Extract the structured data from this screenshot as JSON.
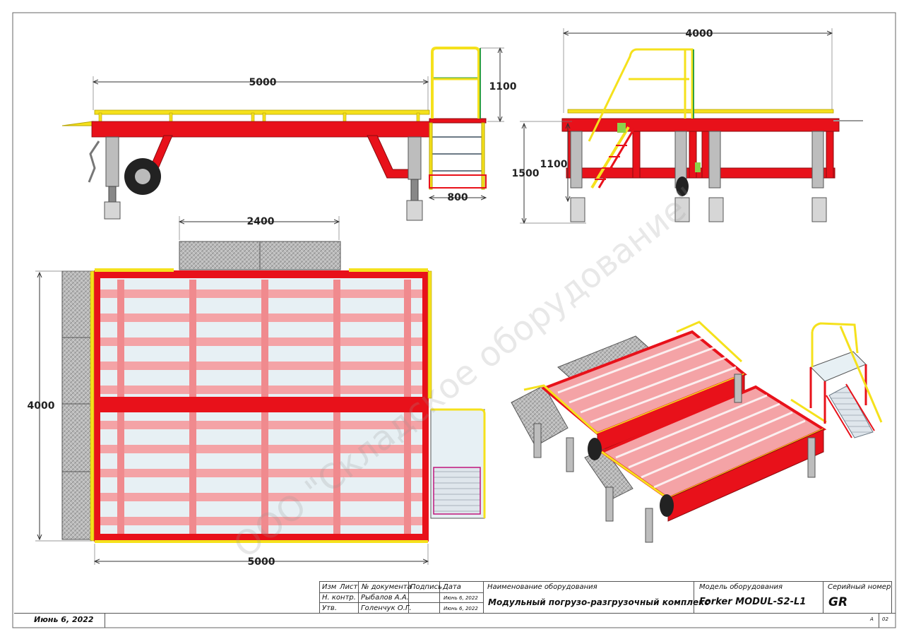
{
  "dimensions": {
    "side_length": "5000",
    "side_rail_height": "1100",
    "stair_width": "800",
    "front_width": "4000",
    "front_rail_height": "1100",
    "front_total_height": "1500",
    "plan_ramp_width": "2400",
    "plan_width": "4000",
    "plan_length": "5000"
  },
  "watermark": "ООО \"Складское оборудование\"",
  "title_block": {
    "headers": {
      "change": "Изм",
      "sheet": "Лист",
      "doc_no": "№ документа",
      "signature": "Подпись",
      "date": "Дата",
      "equipment_name": "Наименование оборудования",
      "equipment_model": "Модель оборудования",
      "serial_no": "Серийный номер"
    },
    "rows": [
      {
        "role": "Н. контр.",
        "name": "Рыбалов А.А.",
        "date": "Июнь 6, 2022"
      },
      {
        "role": "Утв.",
        "name": "Голенчук О.Г.",
        "date": "Июнь 6, 2022"
      }
    ],
    "equipment_name": "Модульный погрузо-разгрузочный комплекс",
    "equipment_model": "Forker MODUL-S2-L1",
    "serial_no": "GR",
    "sheet_format": "A",
    "sheet_no": "02"
  },
  "footer_date": "Июнь 6, 2022",
  "colors": {
    "frame_red": "#e8111a",
    "rail_yellow": "#f5e11c",
    "deck_pink": "#f4a3a6",
    "steel_grey": "#9a9a9a"
  }
}
